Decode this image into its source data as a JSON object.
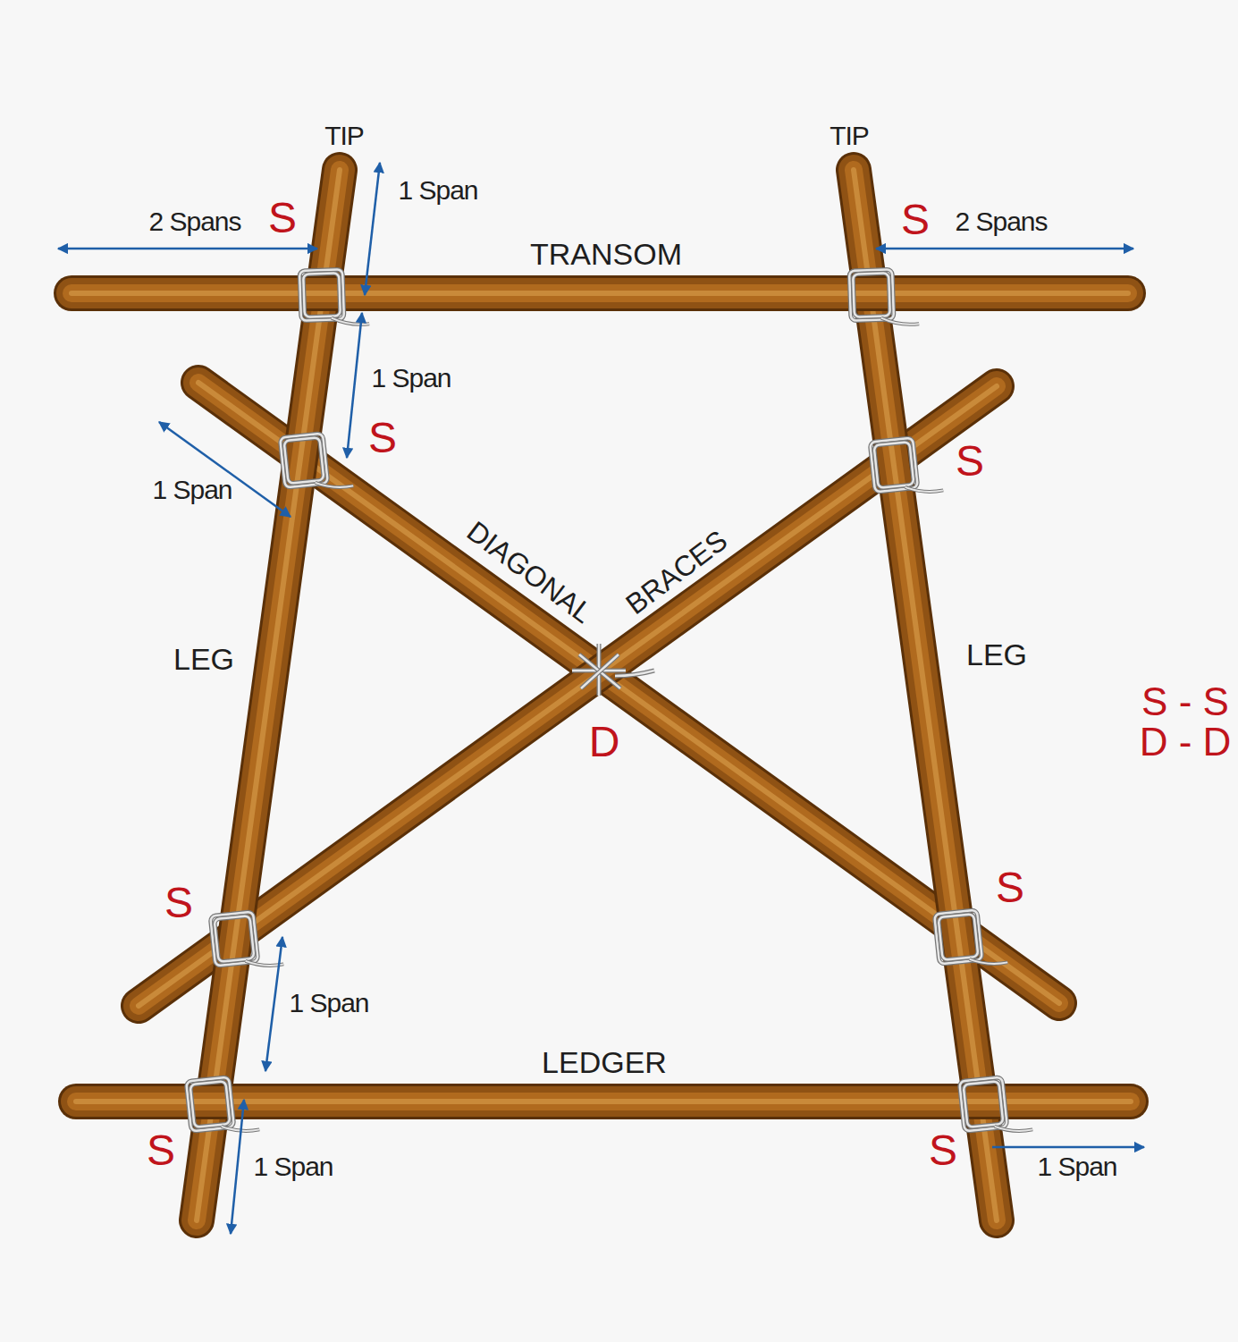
{
  "diagram": {
    "labels": [
      "TIP",
      "TIP",
      "2 Spans",
      "S",
      "1 Span",
      "S",
      "2 Spans",
      "TRANSOM",
      "1 Span",
      "S",
      "1 Span",
      "S",
      "DIAGONAL",
      "BRACES",
      "LEG",
      "LEG",
      "D",
      "S - S",
      "D - D",
      "S",
      "S",
      "1 Span",
      "LEDGER",
      "S",
      "S",
      "1 Span",
      "1 Span"
    ]
  }
}
